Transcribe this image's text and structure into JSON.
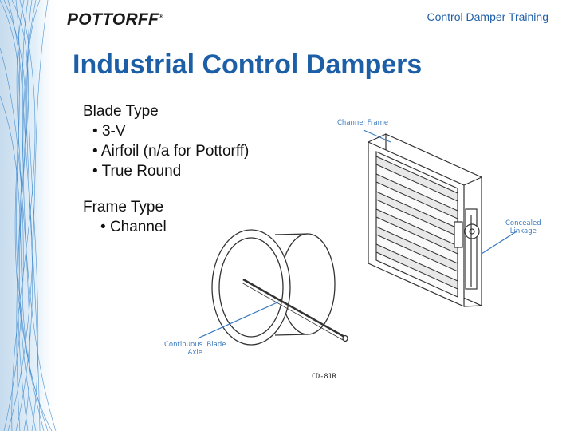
{
  "header": {
    "logo": "POTTORFF",
    "logo_mark": "®",
    "section_title": "Control Damper Training"
  },
  "slide": {
    "title": "Industrial Control Dampers",
    "blade_type": {
      "heading": "Blade Type",
      "items": [
        "3-V",
        "Airfoil (n/a for Pottorff)",
        "True Round"
      ]
    },
    "frame_type": {
      "heading": "Frame Type",
      "items": [
        "Channel"
      ]
    }
  },
  "figure": {
    "callouts": {
      "channel_frame": "Channel Frame",
      "concealed_linkage_1": "Concealed",
      "concealed_linkage_2": "Linkage",
      "continuous_blade_axle_1": "Continuous  Blade",
      "continuous_blade_axle_2": "Axle"
    },
    "model_label": "CD-81R",
    "colors": {
      "callout": "#3a7abf",
      "title": "#1d5fa6",
      "line": "#333333"
    }
  }
}
